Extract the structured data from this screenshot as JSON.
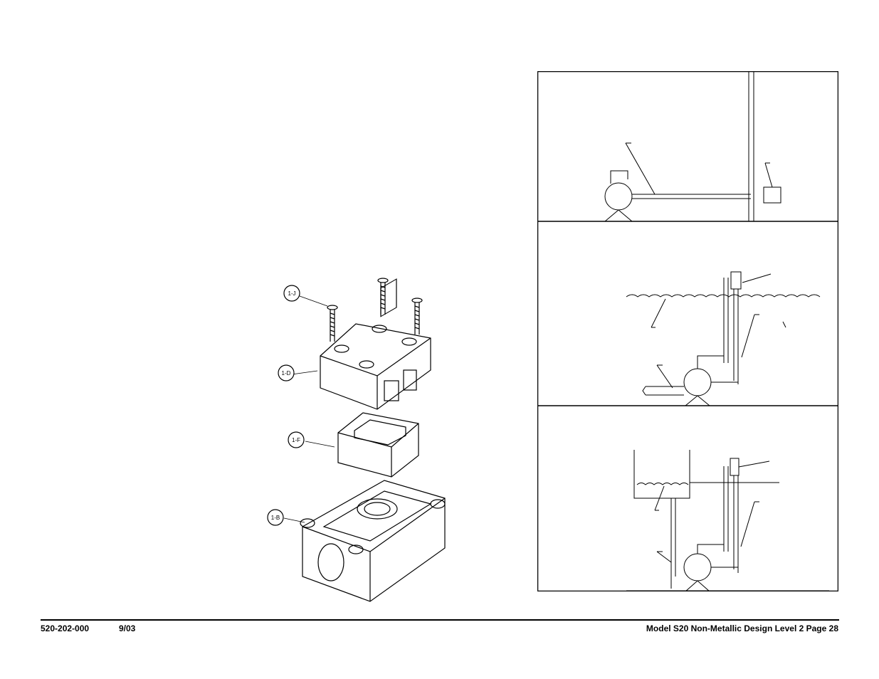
{
  "callouts": [
    {
      "id": "screws",
      "label": "1-J"
    },
    {
      "id": "cover",
      "label": "1-D"
    },
    {
      "id": "insert",
      "label": "1-F"
    },
    {
      "id": "base",
      "label": "1-B"
    }
  ],
  "footer": {
    "doc_number": "520-202-000",
    "date": "9/03",
    "title_page": "Model S20 Non-Metallic Design Level 2 Page 28"
  }
}
